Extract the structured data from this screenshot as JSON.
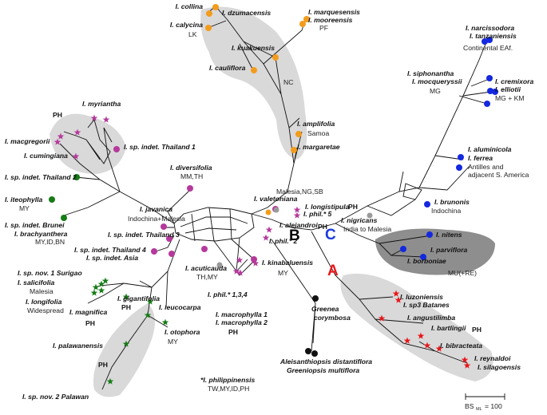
{
  "taxa": {
    "collina": "I. collina",
    "dzumacensis": "I. dzumacensis",
    "calycina": "I. calycina",
    "marquesensis": "I. marquesensis",
    "mooreensis": "I. mooreensis",
    "kuakuensis": "I. kuakuensis",
    "cauliflora": "I. cauliflora",
    "narcissodora": "I. narcissodora",
    "tanzaniensis": "I. tanzaniensis",
    "siphonantha": "I. siphonantha",
    "mocqueryssii": "I. mocqueryssii",
    "cremixora": "I. cremixora",
    "elliotii": "I. elliotii",
    "myriantha": "I. myriantha",
    "macgregorii": "I. macgregorii",
    "cumingiana": "I. cumingiana",
    "thailand1": "I. sp. indet. Thailand 1",
    "amplifolia": "I. amplifolia",
    "margaretae": "I. margaretae",
    "aluminicola": "I. aluminicola",
    "ferrea": "I. ferrea",
    "thailand2": "I. sp. indet. Thailand 2",
    "diversifolia": "I. diversifolia",
    "brunonis": "I. brunonis",
    "iteophylla": "I. iteophylla",
    "valetoniana": "I. valetoniana",
    "longistipula": "I. longistipula",
    "phil5": "I. phil.* 5",
    "javanica": "I. javanica",
    "nigricans": "I. nigricans",
    "brunei": "I. sp. indet. Brunei",
    "brachyanthera": "I. brachyanthera",
    "alejandroi": "I. alejandroi",
    "thailand3": "I. sp. indet. Thailand 3",
    "nitens": "I. nitens",
    "phil2": "I. phil.* 2",
    "parviflora": "I. parviflora",
    "thailand4": "I. sp. indet. Thailand 4",
    "asia": "I. sp. indet. Asia",
    "borboniae": "I. borboniae",
    "acuticauda": "I. acuticauda",
    "kinabaluensis": "I. kinabaluensis",
    "surigao": "I. sp. nov. 1 Surigao",
    "salicifolia": "I. salicifolia",
    "phil134": "I. phil.* 1,3,4",
    "gigantifolia": "I. gigantifolia",
    "longifolia": "I. longifolia",
    "leucocarpa": "I. leucocarpa",
    "luzoniensis": "I. luzoniensis",
    "sp3batanes": "I. sp3 Batanes",
    "magnifica": "I. magnifica",
    "macrophylla1": "I. macrophylla 1",
    "macrophylla2": "I. macrophylla 2",
    "greenea": "Greenea",
    "corymbosa": "corymbosa",
    "angustilimba": "I. angustilimba",
    "otophora": "I. otophora",
    "bartlingii": "I. bartlingii",
    "palawanensis": "I. palawanensis",
    "bibracteata": "I. bibracteata",
    "aleisanthiopsis": "Aleisanthiopsis distantiflora",
    "greeniopsis": "Greeniopsis multiflora",
    "reynaldoi": "I. reynaldoi",
    "silagoensis": "I. silagoensis",
    "palawan2": "I. sp. nov. 2 Palawan",
    "philippinensis": "*I. philippinensis"
  },
  "regions": {
    "lk": "LK",
    "pf": "PF",
    "nc": "NC",
    "eaf": "Continental EAf.",
    "mg": "MG",
    "mgkm": "MG + KM",
    "samoa": "Samoa",
    "antilles1": "Antilles and",
    "antilles2": "adjacent S. America",
    "mmth": "MM,TH",
    "indochina": "Indochina",
    "my1": "MY",
    "malesia_ngsb": "Malesia,NG,SB",
    "indo_malesia": "Indochina+Malesia",
    "india_malesia": "India to Malesia",
    "myidbn": "MY,ID,BN",
    "mure": "MU(+RE)",
    "thmy": "TH,MY",
    "my2": "MY",
    "malesia": "Malesia",
    "widespread": "Widespread",
    "my3": "MY",
    "philippinensis_range": "TW,MY,ID,PH"
  },
  "ph_labels": [
    "PH",
    "PH",
    "PH",
    "PH",
    "PH",
    "PH",
    "PH",
    "PH"
  ],
  "clade_labels": {
    "a": "A",
    "b": "B",
    "c": "C"
  },
  "clade_colors": {
    "a": "#e8171b",
    "b": "#000000",
    "c": "#1a3adf"
  },
  "marker_colors": {
    "orange": "#f39c1c",
    "blue": "#1428e0",
    "purple": "#b5399c",
    "green": "#167c16",
    "red": "#e8171b",
    "grey": "#9a9a9a",
    "black": "#111111",
    "dark_red": "#8b1a1a"
  },
  "scale": {
    "label": "BS",
    "subscript": "ML",
    "value": "= 100"
  }
}
